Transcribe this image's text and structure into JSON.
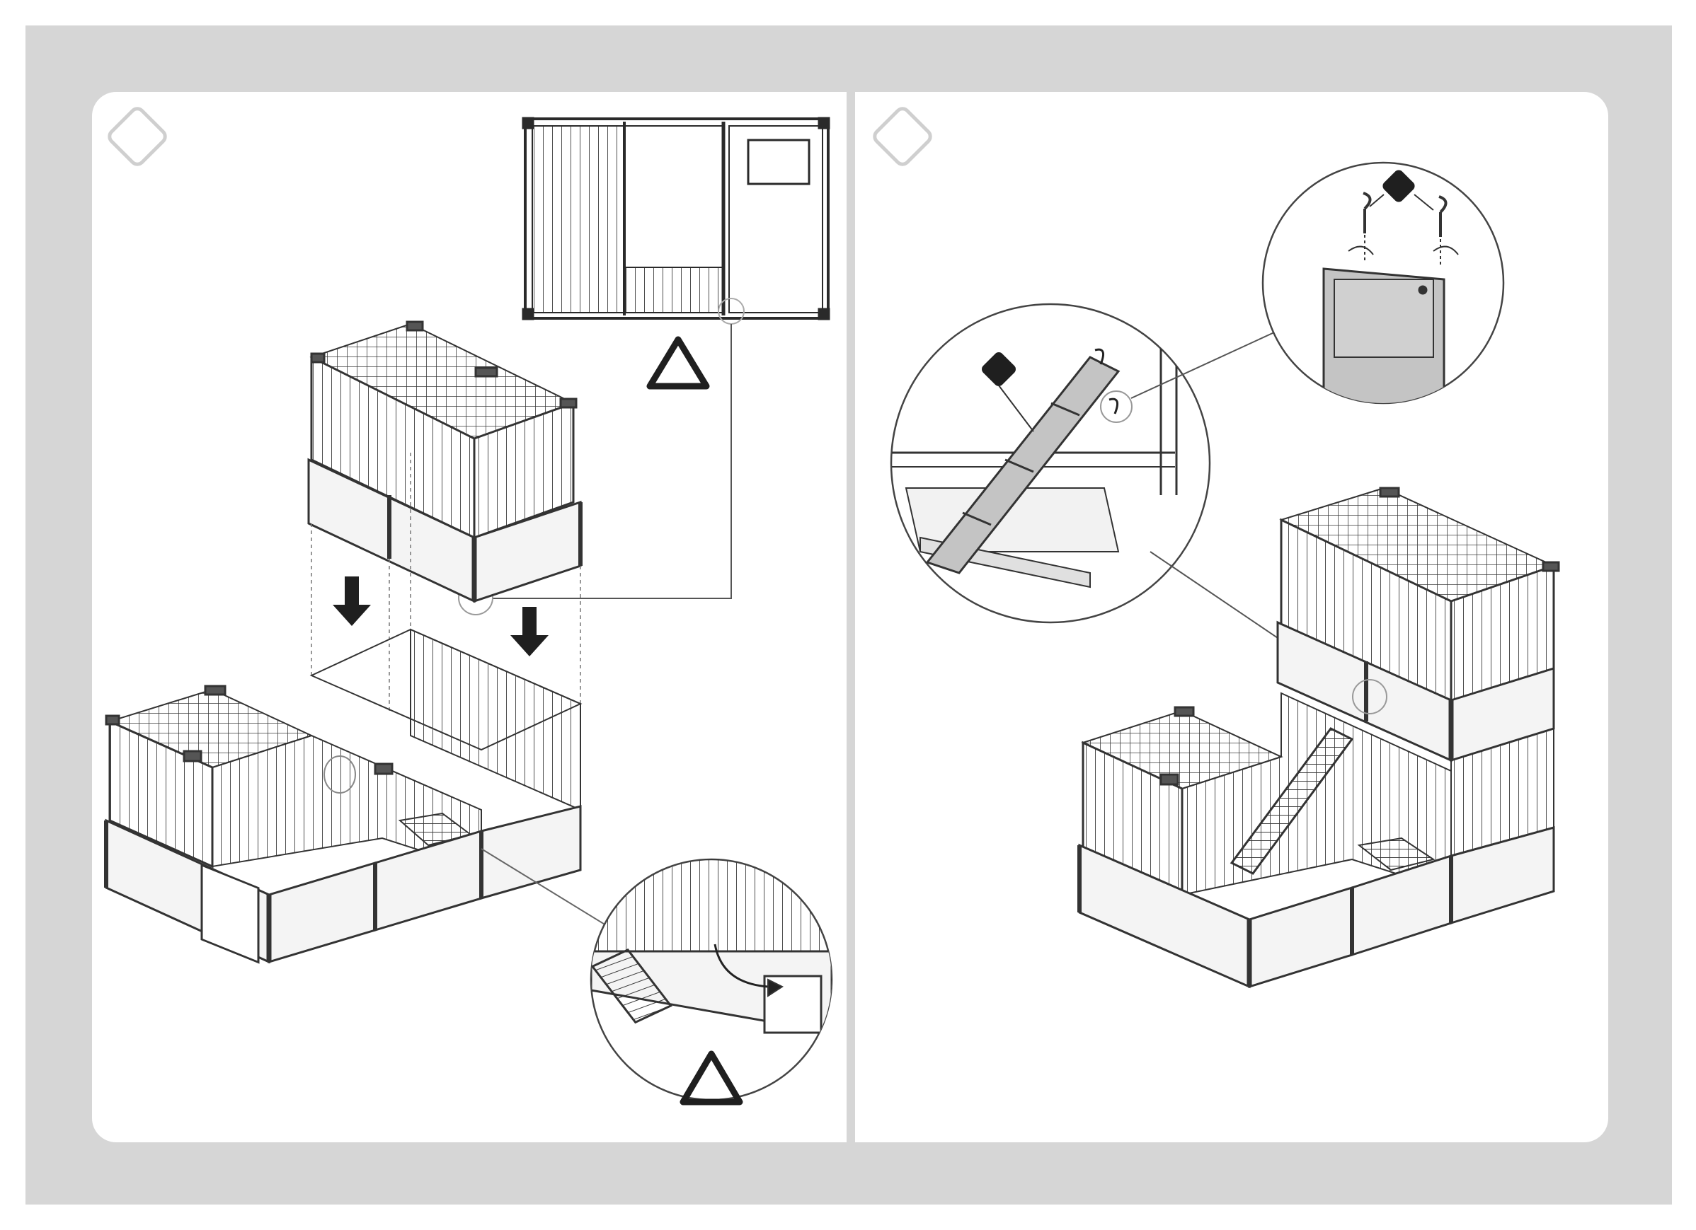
{
  "page": {
    "background": "#d6d6d6",
    "panel_color": "#ffffff",
    "line_color": "#3a3a3a",
    "accent_dark": "#222222",
    "part_fill": "#bdbdbd"
  },
  "left_step": {
    "step_number": "",
    "warning_symbols": [
      "triangle-outline",
      "triangle-outline"
    ],
    "direction_arrows": [
      "arrow-down",
      "arrow-down"
    ],
    "insets": [
      "top-view-layout",
      "ramp-detail"
    ]
  },
  "right_step": {
    "step_number": "",
    "part_markers": [
      "diamond-filled",
      "diamond-filled"
    ],
    "insets": [
      "ramp-hook-detail",
      "ramp-plate-hooks"
    ]
  }
}
